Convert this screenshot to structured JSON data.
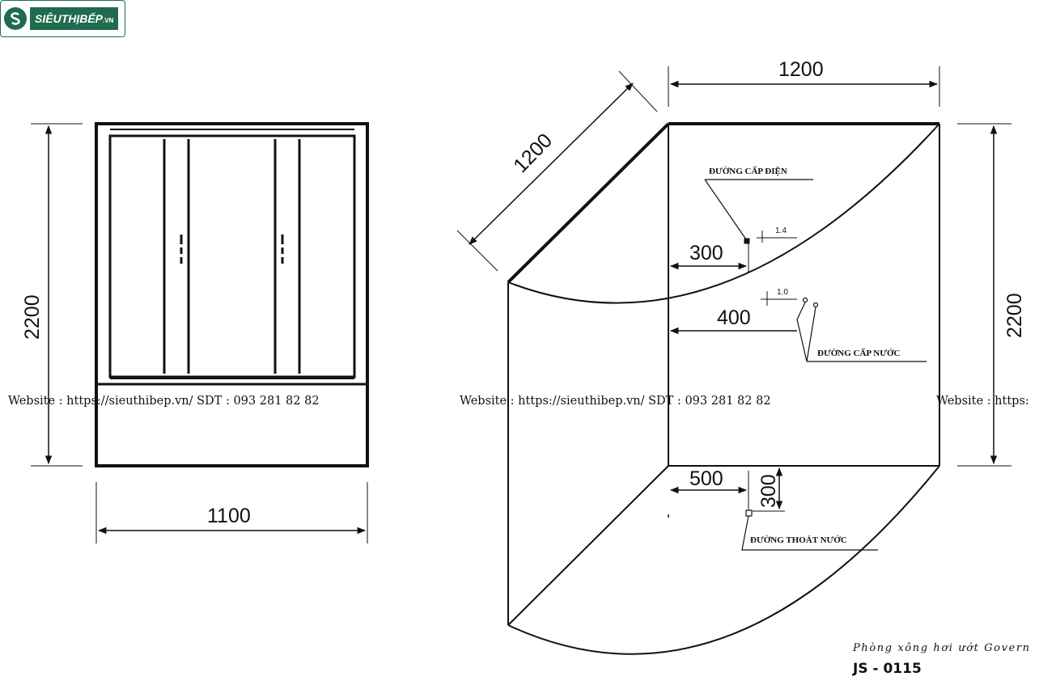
{
  "brand": {
    "logo_text": "SIÊUTHỊBẾP",
    "logo_suffix": ".VN",
    "logo_color": "#1f6b4e"
  },
  "watermark": {
    "left": "Website : https://sieuthibep.vn/      SDT : 093 281 82 82",
    "middle": "Website : https://sieuthibep.vn/ SDT : 093 281 82 82",
    "right": "Website : https:"
  },
  "front_view": {
    "height_label": "2200",
    "width_label": "1100"
  },
  "plan_view": {
    "diagonal_label": "1200",
    "top_label": "1200",
    "right_label": "2200",
    "electric_offset": "300",
    "electric_height": "1.4",
    "electric_label": "ĐƯỜNG CẤP ĐIỆN",
    "water_offset": "400",
    "water_height": "1.0",
    "water_label": "ĐƯỜNG CẤP NƯỚC",
    "drain_offset_x": "500",
    "drain_offset_y": "300",
    "drain_label": "ĐƯỜNG THOÁT NƯỚC"
  },
  "caption": {
    "title": "Phòng xông hơi ướt Govern",
    "model": "JS - 0115"
  }
}
